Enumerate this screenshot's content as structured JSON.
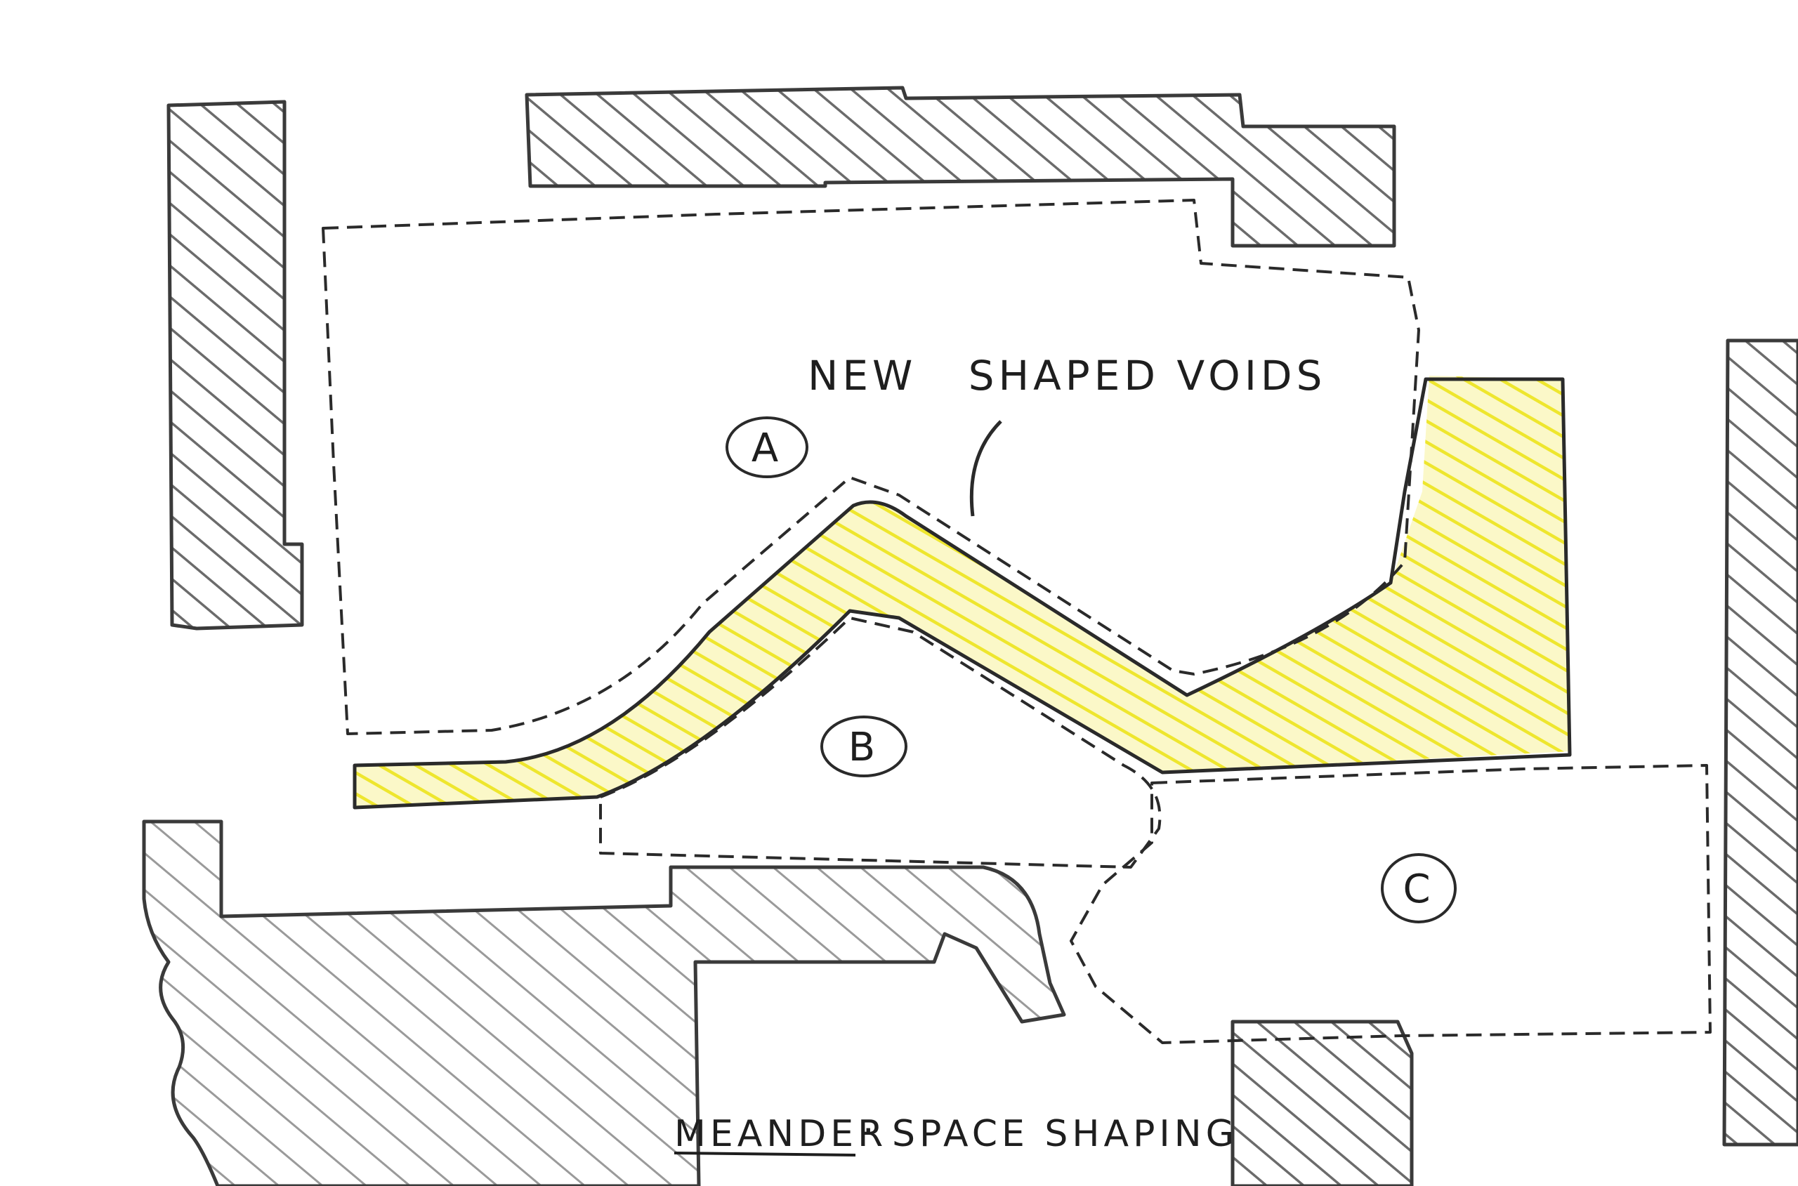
{
  "annotation": {
    "text": "NEW   SHAPED VOIDS"
  },
  "zones": [
    {
      "id": "A",
      "label": "A"
    },
    {
      "id": "B",
      "label": "B"
    },
    {
      "id": "C",
      "label": "C"
    }
  ],
  "caption": {
    "underlined": "MEANDER",
    "separator": "·",
    "rest": "SPACE SHAPING"
  },
  "colors": {
    "void_fill": "#f3ee3c",
    "ink": "#2a2a2a",
    "paper": "#ffffff"
  }
}
